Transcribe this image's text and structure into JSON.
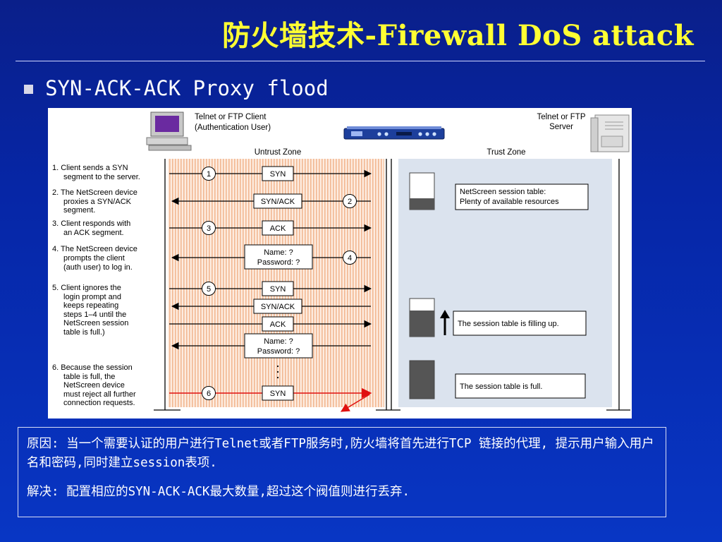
{
  "slide": {
    "title": "防火墙技术-Firewall DoS attack",
    "bullet": "SYN-ACK-ACK Proxy flood"
  },
  "diagram": {
    "client_label": [
      "Telnet or FTP Client",
      "(Authentication User)"
    ],
    "server_label": [
      "Telnet or FTP",
      "Server"
    ],
    "untrust_zone": "Untrust Zone",
    "trust_zone": "Trust Zone",
    "steps": [
      [
        "1. Client sends a SYN",
        "segment to the server."
      ],
      [
        "2. The NetScreen device",
        "proxies a SYN/ACK",
        "segment."
      ],
      [
        "3. Client responds with",
        "an ACK segment."
      ],
      [
        "4. The NetScreen device",
        "prompts the client",
        "(auth user) to log in."
      ],
      [
        "5. Client ignores the",
        "login prompt and",
        "keeps repeating",
        "steps 1–4 until the",
        "NetScreen session",
        "table is full.)"
      ],
      [
        "6. Because the session",
        "table is full, the",
        "NetScreen device",
        "must reject all further",
        "connection requests."
      ]
    ],
    "messages": {
      "syn": "SYN",
      "synack": "SYN/ACK",
      "ack": "ACK",
      "name": "Name: ?",
      "password": "Password: ?"
    },
    "markers": [
      "1",
      "2",
      "3",
      "4",
      "5",
      "6"
    ],
    "notes": {
      "plenty": [
        "NetScreen session table:",
        "Plenty of available resources"
      ],
      "filling": "The session table is filling up.",
      "full": "The session table is full."
    },
    "colors": {
      "reject_arrow": "#e01010",
      "trust_zone_bg": "#dbe3ee",
      "untrust_zone_stripe": "#f2b892"
    }
  },
  "explanation": {
    "cause": "原因: 当一个需要认证的用户进行Telnet或者FTP服务时,防火墙将首先进行TCP 链接的代理, 提示用户输入用户名和密码,同时建立session表项.",
    "solution": "解决: 配置相应的SYN-ACK-ACK最大数量,超过这个阀值则进行丢弃."
  }
}
